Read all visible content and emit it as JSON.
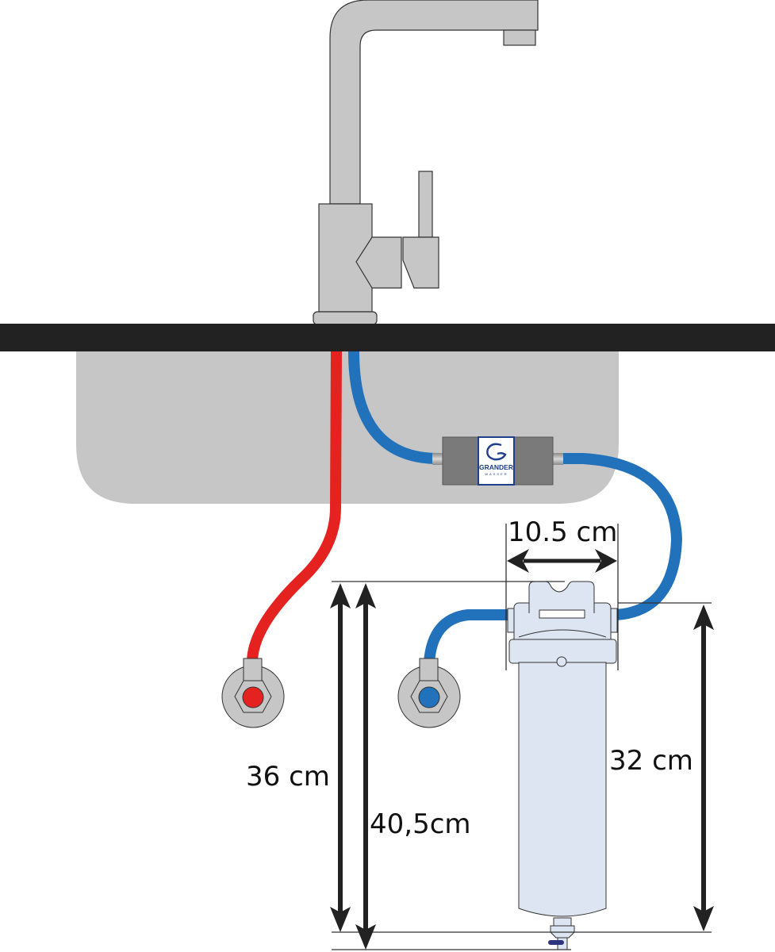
{
  "diagram": {
    "title": "Under-sink GRANDER water installation with filter",
    "colors": {
      "hot_line": "#e42320",
      "cold_line": "#2172bb",
      "countertop": "#222222",
      "sink": "#c6c6c6",
      "faucet": "#c6c6c6",
      "grander_body": "#7a7a7a",
      "filter_housing": "#dce5f1",
      "logo_blue": "#1d3f8c",
      "dimension_line": "#222222"
    },
    "components": {
      "faucet": "faucet",
      "countertop": "countertop",
      "sink": "sink-basin",
      "hot_hose": "hot-water-hose",
      "cold_hose": "cold-water-hose",
      "grander_unit": {
        "brand": "GRANDER",
        "sub": "WASSER"
      },
      "hot_valve": "hot-angle-valve",
      "cold_valve": "cold-angle-valve",
      "filter": "water-filter"
    },
    "dimensions": {
      "filter_width": "10.5 cm",
      "hot_valve_height": "36 cm",
      "total_height": "40,5cm",
      "filter_height": "32 cm"
    }
  }
}
